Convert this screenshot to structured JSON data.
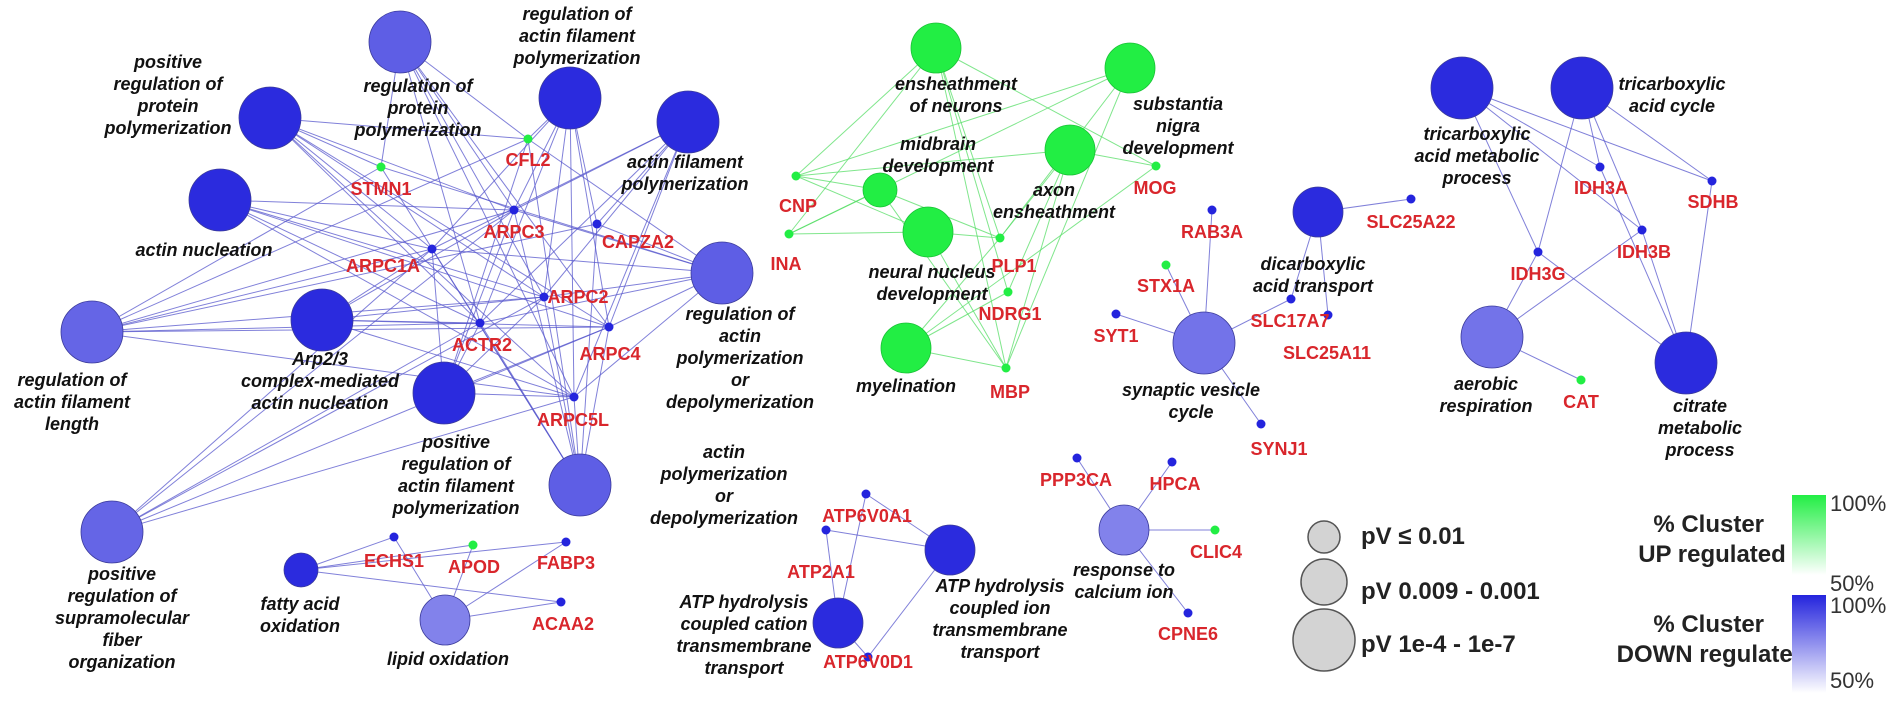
{
  "colors": {
    "up": "#22ee44",
    "down_full": "#2424dd",
    "down_light": "#b4b4f2",
    "gene_label": "#d9262c",
    "up_edge": "#55dd66",
    "down_edge": "#5555cc",
    "legend_node": "#d3d3d3"
  },
  "nodes": [
    {
      "id": "n1",
      "label": "positive regulation of protein polymerization",
      "shade": 0.95,
      "size": 3
    },
    {
      "id": "n2",
      "label": "regulation of protein polymerization",
      "shade": 0.6,
      "size": 3
    },
    {
      "id": "n3",
      "label": "regulation of actin filament polymerization",
      "shade": 0.95,
      "size": 3
    },
    {
      "id": "n4",
      "label": "actin filament polymerization",
      "shade": 0.95,
      "size": 3
    },
    {
      "id": "n5",
      "label": "actin nucleation",
      "shade": 0.95,
      "size": 3
    },
    {
      "id": "n6",
      "label": "regulation of actin filament length",
      "shade": 0.55,
      "size": 3
    },
    {
      "id": "n7",
      "label": "Arp2/3 complex-mediated actin nucleation",
      "shade": 0.95,
      "size": 3
    },
    {
      "id": "n8",
      "label": "positive regulation of actin filament polymerization",
      "shade": 0.95,
      "size": 3
    },
    {
      "id": "n9",
      "label": "regulation of actin polymerization or depolymerization",
      "shade": 0.6,
      "size": 3
    },
    {
      "id": "n10",
      "label": "actin polymerization or depolymerization",
      "shade": 0.6,
      "size": 3
    },
    {
      "id": "n11",
      "label": "positive regulation of supramolecular fiber organization",
      "shade": 0.55,
      "size": 3
    },
    {
      "id": "n12",
      "label": "fatty acid oxidation",
      "shade": 0.95,
      "size": 1
    },
    {
      "id": "n13",
      "label": "lipid oxidation",
      "shade": 0.35,
      "size": 2
    },
    {
      "id": "n14",
      "label": "ensheathment of neurons",
      "shade": 1,
      "size": 2,
      "up": true
    },
    {
      "id": "n15",
      "label": "substantia nigra development",
      "shade": 1,
      "size": 2,
      "up": true
    },
    {
      "id": "n16",
      "label": "midbrain development",
      "shade": 1,
      "size": 1,
      "up": true
    },
    {
      "id": "n17",
      "label": "axon ensheathment",
      "shade": 1,
      "size": 2,
      "up": true
    },
    {
      "id": "n18",
      "label": "neural nucleus development",
      "shade": 1,
      "size": 2,
      "up": true
    },
    {
      "id": "n19",
      "label": "myelination",
      "shade": 1,
      "size": 2,
      "up": true
    },
    {
      "id": "n20",
      "label": "dicarboxylic acid transport",
      "shade": 0.95,
      "size": 2
    },
    {
      "id": "n21",
      "label": "synaptic vesicle cycle",
      "shade": 0.45,
      "size": 3
    },
    {
      "id": "n22",
      "label": "tricarboxylic acid metabolic process",
      "shade": 0.95,
      "size": 3
    },
    {
      "id": "n23",
      "label": "tricarboxylic acid cycle",
      "shade": 0.95,
      "size": 3
    },
    {
      "id": "n24",
      "label": "aerobic respiration",
      "shade": 0.45,
      "size": 3
    },
    {
      "id": "n25",
      "label": "citrate metabolic process",
      "shade": 0.95,
      "size": 3
    },
    {
      "id": "n26",
      "label": "ATP hydrolysis coupled ion transmembrane transport",
      "shade": 0.95,
      "size": 2
    },
    {
      "id": "n27",
      "label": "ATP hydrolysis coupled cation transmembrane transport",
      "shade": 0.95,
      "size": 2
    },
    {
      "id": "n28",
      "label": "response to calcium ion",
      "shade": 0.35,
      "size": 2
    }
  ],
  "genes": [
    {
      "id": "g1",
      "label": "STMN1",
      "up": true
    },
    {
      "id": "g2",
      "label": "CFL2",
      "up": true
    },
    {
      "id": "g3",
      "label": "ARPC3"
    },
    {
      "id": "g4",
      "label": "CAPZA2"
    },
    {
      "id": "g5",
      "label": "ARPC1A"
    },
    {
      "id": "g6",
      "label": "ARPC2"
    },
    {
      "id": "g7",
      "label": "ACTR2"
    },
    {
      "id": "g8",
      "label": "ARPC4"
    },
    {
      "id": "g9",
      "label": "ARPC5L"
    },
    {
      "id": "g10",
      "label": "ECHS1"
    },
    {
      "id": "g11",
      "label": "APOD",
      "up": true
    },
    {
      "id": "g12",
      "label": "FABP3"
    },
    {
      "id": "g13",
      "label": "ACAA2"
    },
    {
      "id": "g14",
      "label": "CNP",
      "up": true
    },
    {
      "id": "g15",
      "label": "INA",
      "up": true
    },
    {
      "id": "g16",
      "label": "MOG",
      "up": true
    },
    {
      "id": "g17",
      "label": "PLP1",
      "up": true
    },
    {
      "id": "g18",
      "label": "NDRG1",
      "up": true
    },
    {
      "id": "g19",
      "label": "MBP",
      "up": true
    },
    {
      "id": "g20",
      "label": "RAB3A"
    },
    {
      "id": "g21",
      "label": "STX1A",
      "up": true
    },
    {
      "id": "g22",
      "label": "SYT1"
    },
    {
      "id": "g23",
      "label": "SLC17A7"
    },
    {
      "id": "g24",
      "label": "SLC25A11"
    },
    {
      "id": "g25",
      "label": "SLC25A22"
    },
    {
      "id": "g26",
      "label": "SYNJ1"
    },
    {
      "id": "g27",
      "label": "IDH3A"
    },
    {
      "id": "g28",
      "label": "SDHB"
    },
    {
      "id": "g29",
      "label": "IDH3B"
    },
    {
      "id": "g30",
      "label": "IDH3G"
    },
    {
      "id": "g31",
      "label": "CAT",
      "up": true
    },
    {
      "id": "g32",
      "label": "ATP6V0A1"
    },
    {
      "id": "g33",
      "label": "ATP2A1"
    },
    {
      "id": "g34",
      "label": "ATP6V0D1"
    },
    {
      "id": "g35",
      "label": "PPP3CA"
    },
    {
      "id": "g36",
      "label": "HPCA"
    },
    {
      "id": "g37",
      "label": "CLIC4",
      "up": true
    },
    {
      "id": "g38",
      "label": "CPNE6"
    }
  ],
  "edges": [
    [
      "n1",
      "g1"
    ],
    [
      "n1",
      "g5"
    ],
    [
      "n1",
      "g7"
    ],
    [
      "n1",
      "g3"
    ],
    [
      "n1",
      "g6"
    ],
    [
      "n1",
      "g8"
    ],
    [
      "n1",
      "g9"
    ],
    [
      "n1",
      "g2"
    ],
    [
      "n2",
      "g1"
    ],
    [
      "n2",
      "g2"
    ],
    [
      "n2",
      "g3"
    ],
    [
      "n2",
      "g6"
    ],
    [
      "n2",
      "g7"
    ],
    [
      "n2",
      "g8"
    ],
    [
      "n2",
      "g9"
    ],
    [
      "n3",
      "g2"
    ],
    [
      "n3",
      "g3"
    ],
    [
      "n3",
      "g4"
    ],
    [
      "n3",
      "g6"
    ],
    [
      "n3",
      "g7"
    ],
    [
      "n3",
      "g8"
    ],
    [
      "n3",
      "g9"
    ],
    [
      "n3",
      "g5"
    ],
    [
      "n4",
      "g3"
    ],
    [
      "n4",
      "g4"
    ],
    [
      "n4",
      "g5"
    ],
    [
      "n4",
      "g6"
    ],
    [
      "n4",
      "g7"
    ],
    [
      "n4",
      "g8"
    ],
    [
      "n4",
      "g9"
    ],
    [
      "n5",
      "g3"
    ],
    [
      "n5",
      "g5"
    ],
    [
      "n5",
      "g6"
    ],
    [
      "n5",
      "g7"
    ],
    [
      "n5",
      "g8"
    ],
    [
      "n5",
      "g9"
    ],
    [
      "n6",
      "g1"
    ],
    [
      "n6",
      "g2"
    ],
    [
      "n6",
      "g3"
    ],
    [
      "n6",
      "g4"
    ],
    [
      "n6",
      "g5"
    ],
    [
      "n6",
      "g6"
    ],
    [
      "n6",
      "g7"
    ],
    [
      "n6",
      "g8"
    ],
    [
      "n6",
      "g9"
    ],
    [
      "n7",
      "g3"
    ],
    [
      "n7",
      "g5"
    ],
    [
      "n7",
      "g6"
    ],
    [
      "n7",
      "g7"
    ],
    [
      "n7",
      "g8"
    ],
    [
      "n7",
      "g9"
    ],
    [
      "n8",
      "g2"
    ],
    [
      "n8",
      "g3"
    ],
    [
      "n8",
      "g5"
    ],
    [
      "n8",
      "g6"
    ],
    [
      "n8",
      "g7"
    ],
    [
      "n8",
      "g8"
    ],
    [
      "n8",
      "g9"
    ],
    [
      "n9",
      "g1"
    ],
    [
      "n9",
      "g2"
    ],
    [
      "n9",
      "g3"
    ],
    [
      "n9",
      "g4"
    ],
    [
      "n9",
      "g5"
    ],
    [
      "n9",
      "g6"
    ],
    [
      "n9",
      "g7"
    ],
    [
      "n9",
      "g8"
    ],
    [
      "n9",
      "g9"
    ],
    [
      "n10",
      "g1"
    ],
    [
      "n10",
      "g2"
    ],
    [
      "n10",
      "g3"
    ],
    [
      "n10",
      "g4"
    ],
    [
      "n10",
      "g5"
    ],
    [
      "n10",
      "g6"
    ],
    [
      "n10",
      "g7"
    ],
    [
      "n10",
      "g8"
    ],
    [
      "n10",
      "g9"
    ],
    [
      "n11",
      "g3"
    ],
    [
      "n11",
      "g5"
    ],
    [
      "n11",
      "g6"
    ],
    [
      "n11",
      "g7"
    ],
    [
      "n11",
      "g8"
    ],
    [
      "n11",
      "g9"
    ],
    [
      "n12",
      "g10"
    ],
    [
      "n12",
      "g11"
    ],
    [
      "n12",
      "g12"
    ],
    [
      "n12",
      "g13"
    ],
    [
      "n13",
      "g10"
    ],
    [
      "n13",
      "g11"
    ],
    [
      "n13",
      "g12"
    ],
    [
      "n13",
      "g13"
    ],
    [
      "n14",
      "g14"
    ],
    [
      "n14",
      "g15"
    ],
    [
      "n14",
      "g16"
    ],
    [
      "n14",
      "g17"
    ],
    [
      "n14",
      "g18"
    ],
    [
      "n14",
      "g19"
    ],
    [
      "n15",
      "g14"
    ],
    [
      "n15",
      "g15"
    ],
    [
      "n15",
      "g17"
    ],
    [
      "n15",
      "g19"
    ],
    [
      "n16",
      "g14"
    ],
    [
      "n16",
      "g15"
    ],
    [
      "n16",
      "g17"
    ],
    [
      "n16",
      "g19"
    ],
    [
      "n17",
      "g16"
    ],
    [
      "n17",
      "g17"
    ],
    [
      "n17",
      "g18"
    ],
    [
      "n17",
      "g19"
    ],
    [
      "n17",
      "g14"
    ],
    [
      "n18",
      "g14"
    ],
    [
      "n18",
      "g15"
    ],
    [
      "n18",
      "g17"
    ],
    [
      "n18",
      "g19"
    ],
    [
      "n19",
      "g16"
    ],
    [
      "n19",
      "g17"
    ],
    [
      "n19",
      "g18"
    ],
    [
      "n19",
      "g19"
    ],
    [
      "n20",
      "g23"
    ],
    [
      "n20",
      "g24"
    ],
    [
      "n20",
      "g25"
    ],
    [
      "n21",
      "g20"
    ],
    [
      "n21",
      "g21"
    ],
    [
      "n21",
      "g22"
    ],
    [
      "n21",
      "g23"
    ],
    [
      "n21",
      "g26"
    ],
    [
      "n22",
      "g27"
    ],
    [
      "n22",
      "g28"
    ],
    [
      "n22",
      "g29"
    ],
    [
      "n22",
      "g30"
    ],
    [
      "n23",
      "g27"
    ],
    [
      "n23",
      "g28"
    ],
    [
      "n23",
      "g29"
    ],
    [
      "n23",
      "g30"
    ],
    [
      "n24",
      "g29"
    ],
    [
      "n24",
      "g30"
    ],
    [
      "n24",
      "g31"
    ],
    [
      "n25",
      "g27"
    ],
    [
      "n25",
      "g28"
    ],
    [
      "n25",
      "g29"
    ],
    [
      "n25",
      "g30"
    ],
    [
      "n26",
      "g32"
    ],
    [
      "n26",
      "g33"
    ],
    [
      "n26",
      "g34"
    ],
    [
      "n27",
      "g32"
    ],
    [
      "n27",
      "g33"
    ],
    [
      "n27",
      "g34"
    ],
    [
      "n28",
      "g35"
    ],
    [
      "n28",
      "g36"
    ],
    [
      "n28",
      "g37"
    ],
    [
      "n28",
      "g38"
    ]
  ],
  "legend": {
    "size_items": [
      {
        "label": "pV ≤ 0.01",
        "size": 1
      },
      {
        "label": "pV 0.009 - 0.001",
        "size": 2
      },
      {
        "label": "pV 1e-4 - 1e-7",
        "size": 3
      }
    ],
    "up_title": "% Cluster UP regulated",
    "down_title": "% Cluster DOWN regulated",
    "up_top": "100%",
    "up_bottom": "50%",
    "down_top": "100%",
    "down_bottom": "50%"
  }
}
